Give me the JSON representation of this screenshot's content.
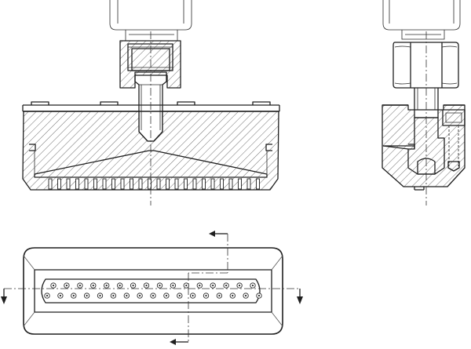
{
  "drawing": {
    "views": [
      "front-section",
      "side-section",
      "bottom-view"
    ],
    "colors": {
      "line": "#1f1f1f",
      "background": "#ffffff"
    }
  },
  "bottom_view": {
    "nozzle_rows": [
      {
        "row": "upper",
        "count": 16
      },
      {
        "row": "lower",
        "count": 17
      }
    ]
  }
}
